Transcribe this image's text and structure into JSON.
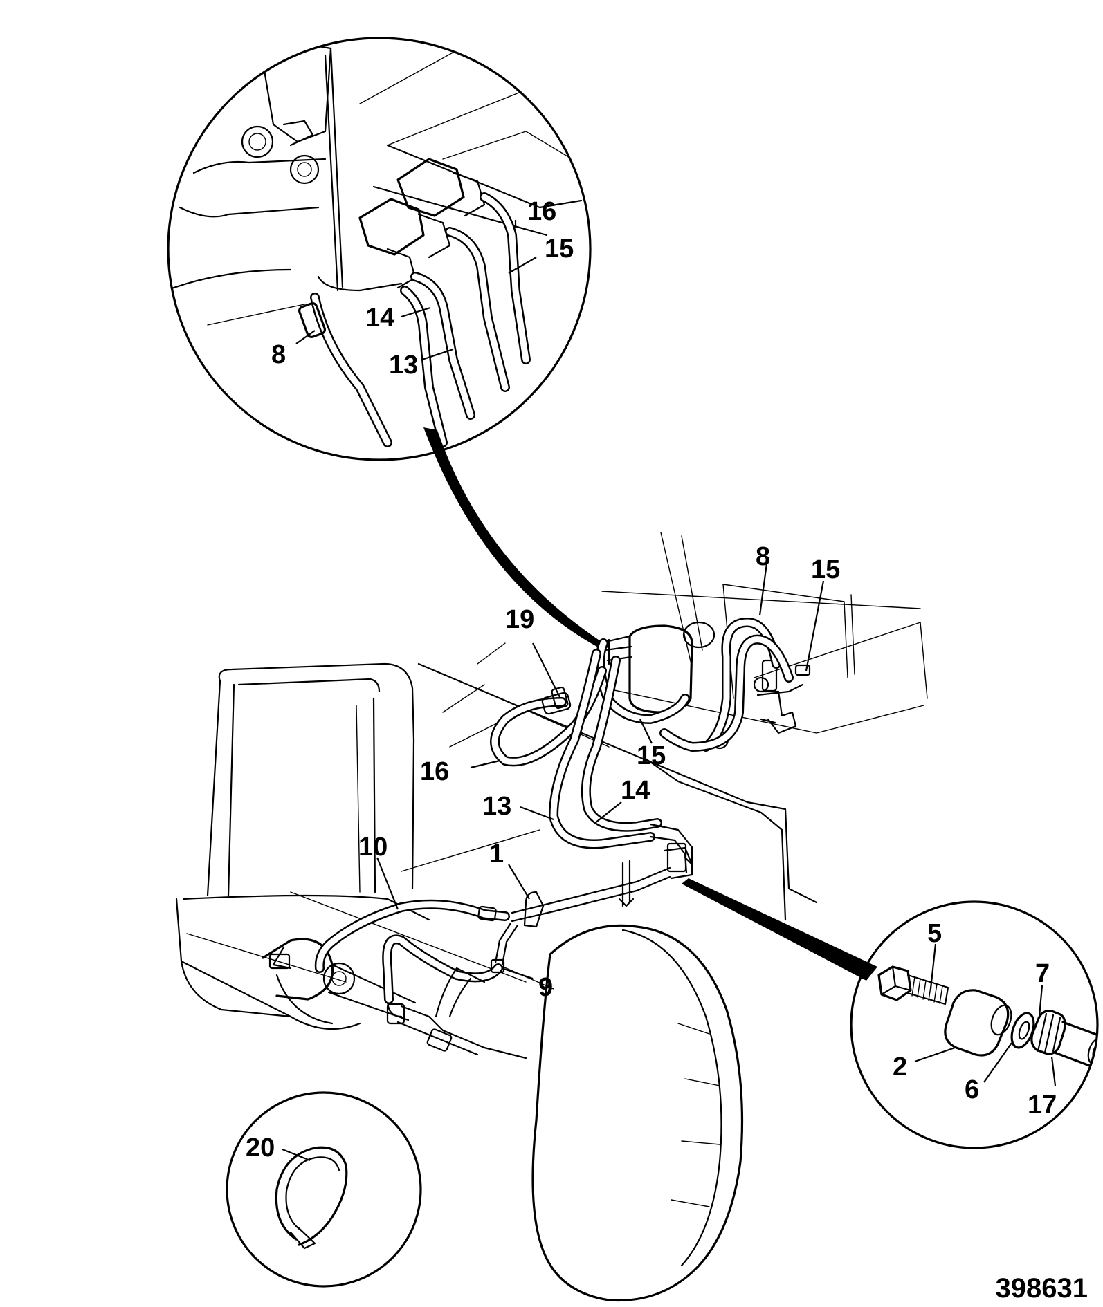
{
  "drawing_ref": "398631",
  "callouts": {
    "detail_top": [
      "16",
      "15",
      "14",
      "13",
      "8"
    ],
    "main": [
      "8",
      "15",
      "19",
      "16",
      "15",
      "13",
      "14",
      "10",
      "1",
      "9"
    ],
    "detail_fitting": [
      "5",
      "7",
      "2",
      "6",
      "17"
    ],
    "detail_clip": [
      "20"
    ]
  }
}
